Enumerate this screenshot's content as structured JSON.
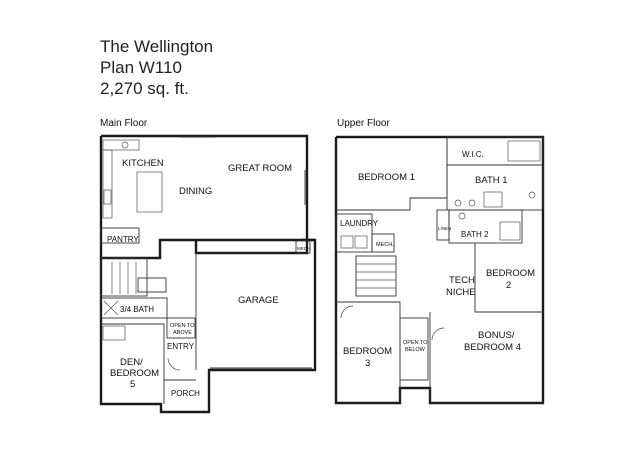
{
  "header": {
    "name": "The Wellington",
    "plan": "Plan W110",
    "area": "2,270 sq. ft."
  },
  "main_floor": {
    "label": "Main Floor",
    "rooms": {
      "kitchen": "KITCHEN",
      "great_room": "GREAT ROOM",
      "dining": "DINING",
      "pantry": "PANTRY",
      "mech": "MECH.",
      "garage": "GARAGE",
      "bath": "3/4 BATH",
      "open_above_1": "OPEN TO",
      "open_above_2": "ABOVE",
      "entry": "ENTRY",
      "den_1": "DEN/",
      "den_2": "BEDROOM",
      "den_3": "5",
      "porch": "PORCH"
    }
  },
  "upper_floor": {
    "label": "Upper Floor",
    "rooms": {
      "bedroom1": "BEDROOM 1",
      "wic": "W.I.C.",
      "bath1": "BATH 1",
      "laundry": "LAUNDRY",
      "linen": "LINEN",
      "mech": "MECH.",
      "bath2": "BATH 2",
      "tech_1": "TECH",
      "tech_2": "NICHE",
      "bedroom2_1": "BEDROOM",
      "bedroom2_2": "2",
      "bedroom3_1": "BEDROOM",
      "bedroom3_2": "3",
      "open_below_1": "OPEN TO",
      "open_below_2": "BELOW",
      "bonus_1": "BONUS/",
      "bonus_2": "BEDROOM 4"
    }
  }
}
